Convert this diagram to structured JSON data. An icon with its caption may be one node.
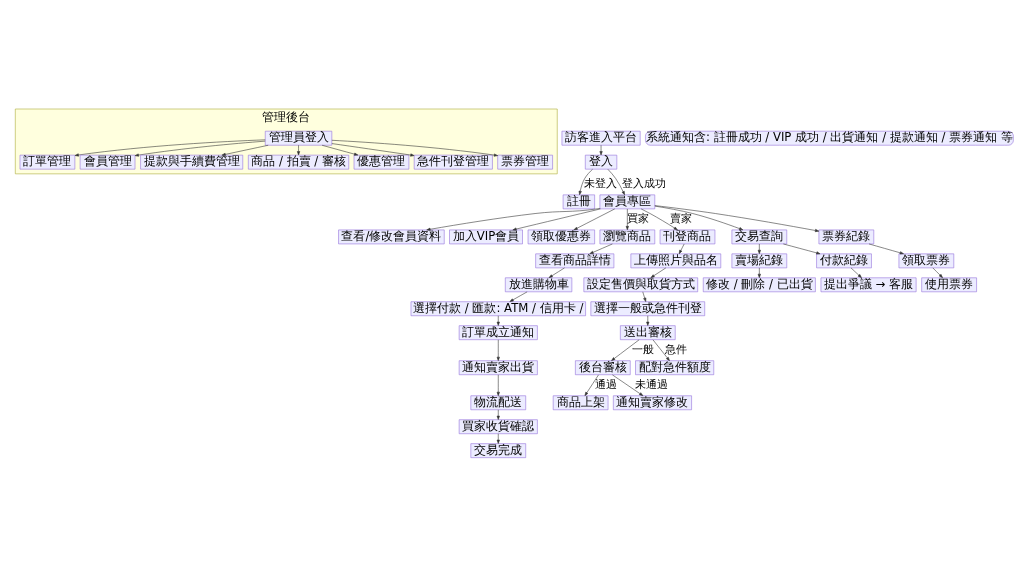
{
  "diagram": {
    "nodes": [
      {
        "text": [
          "管理後台"
        ]
      },
      {
        "text": [
          "管理員登入"
        ],
        "in": 0
      },
      {
        "text": [
          "訂單管理"
        ],
        "in": 0
      },
      {
        "text": [
          "會員管理"
        ],
        "in": 0
      },
      {
        "text": [
          "提款與手續費管理"
        ],
        "in": 0
      },
      {
        "text": [
          "商品 / 拍賣 / 審核"
        ],
        "in": 0
      },
      {
        "text": [
          "優惠管理"
        ],
        "in": 0
      },
      {
        "text": [
          "急件刊登管理"
        ],
        "in": 0
      },
      {
        "text": [
          "票券管理"
        ],
        "in": 0
      },
      {
        "text": [
          "訪客進入平台"
        ]
      },
      {
        "text": [
          "系統通知含: 註冊成功 / VIP 成功 / 出貨通知 / 提款通知 / 票券通知 等"
        ]
      },
      {
        "text": [
          "登入"
        ]
      },
      {
        "text": [
          "註冊"
        ]
      },
      {
        "text": [
          "會員專區"
        ]
      },
      {
        "text": [
          "查看/修改會員資料"
        ]
      },
      {
        "text": [
          "加入VIP會員"
        ]
      },
      {
        "text": [
          "領取優惠券"
        ]
      },
      {
        "text": [
          "瀏覽商品"
        ]
      },
      {
        "text": [
          "刊登商品"
        ]
      },
      {
        "text": [
          "交易查詢"
        ]
      },
      {
        "text": [
          "票券紀錄"
        ]
      },
      {
        "text": [
          "查看商品詳情"
        ]
      },
      {
        "text": [
          "上傳照片與品名"
        ]
      },
      {
        "text": [
          "賣場紀錄"
        ]
      },
      {
        "text": [
          "付款紀錄"
        ]
      },
      {
        "text": [
          "領取票券"
        ]
      },
      {
        "text": [
          "放進購物車"
        ]
      },
      {
        "text": [
          "設定售價與取貨方式"
        ]
      },
      {
        "text": [
          "修改 / 刪除 / 已出貨"
        ]
      },
      {
        "text": [
          "提出爭議 → 客服"
        ]
      },
      {
        "text": [
          "使用票券"
        ]
      },
      {
        "text": [
          "選擇付款 / 匯款: ATM / 信用卡 /"
        ]
      },
      {
        "text": [
          "選擇一般或急件刊登"
        ]
      },
      {
        "text": [
          "訂單成立通知"
        ]
      },
      {
        "text": [
          "送出審核"
        ]
      },
      {
        "text": [
          "通知賣家出貨"
        ]
      },
      {
        "text": [
          "後台審核"
        ]
      },
      {
        "text": [
          "配對急件額度"
        ]
      },
      {
        "text": [
          "物流配送"
        ]
      },
      {
        "text": [
          "商品上架"
        ]
      },
      {
        "text": [
          "通知賣家修改"
        ]
      },
      {
        "text": [
          "買家收貨確認"
        ]
      },
      {
        "text": [
          "交易完成"
        ]
      }
    ],
    "edges": [
      {
        "from": 1,
        "to": 2,
        "arrow": "to"
      },
      {
        "from": 1,
        "to": 3,
        "arrow": "to"
      },
      {
        "from": 1,
        "to": 4,
        "arrow": "to"
      },
      {
        "from": 1,
        "to": 5,
        "arrow": "to"
      },
      {
        "from": 1,
        "to": 6,
        "arrow": "to"
      },
      {
        "from": 1,
        "to": 7,
        "arrow": "to"
      },
      {
        "from": 1,
        "to": 8,
        "arrow": "to"
      },
      {
        "from": 9,
        "to": 11,
        "arrow": "to"
      },
      {
        "from": 11,
        "to": 12,
        "arrow": "to",
        "label": "未登入"
      },
      {
        "from": 11,
        "to": 13,
        "arrow": "to",
        "label": "登入成功"
      },
      {
        "from": 13,
        "to": 14,
        "arrow": "to"
      },
      {
        "from": 13,
        "to": 15,
        "arrow": "to"
      },
      {
        "from": 13,
        "to": 16,
        "arrow": "to"
      },
      {
        "from": 13,
        "to": 17,
        "arrow": "to",
        "label": "買家"
      },
      {
        "from": 13,
        "to": 18,
        "arrow": "to",
        "label": "賣家"
      },
      {
        "from": 13,
        "to": 19,
        "arrow": "to"
      },
      {
        "from": 13,
        "to": 20,
        "arrow": "to"
      },
      {
        "from": 17,
        "to": 21,
        "arrow": "to"
      },
      {
        "from": 21,
        "to": 26,
        "arrow": "to"
      },
      {
        "from": 26,
        "to": 31,
        "arrow": "to"
      },
      {
        "from": 31,
        "to": 33,
        "arrow": "to"
      },
      {
        "from": 33,
        "to": 35,
        "arrow": "to"
      },
      {
        "from": 35,
        "to": 38,
        "arrow": "to"
      },
      {
        "from": 38,
        "to": 41,
        "arrow": "to"
      },
      {
        "from": 41,
        "to": 42,
        "arrow": "to"
      },
      {
        "from": 18,
        "to": 22,
        "arrow": "to"
      },
      {
        "from": 22,
        "to": 27,
        "arrow": "to"
      },
      {
        "from": 27,
        "to": 32,
        "arrow": "to"
      },
      {
        "from": 32,
        "to": 34,
        "arrow": "to"
      },
      {
        "from": 34,
        "to": 36,
        "arrow": "to",
        "label": "一般"
      },
      {
        "from": 34,
        "to": 37,
        "arrow": "to",
        "label": "急件"
      },
      {
        "from": 36,
        "to": 39,
        "arrow": "to",
        "label": "通過"
      },
      {
        "from": 36,
        "to": 40,
        "arrow": "to",
        "label": "未通過"
      },
      {
        "from": 19,
        "to": 23,
        "arrow": "to"
      },
      {
        "from": 19,
        "to": 24,
        "arrow": "to"
      },
      {
        "from": 23,
        "to": 28,
        "arrow": "to"
      },
      {
        "from": 24,
        "to": 29,
        "arrow": "to"
      },
      {
        "from": 20,
        "to": 25,
        "arrow": "to"
      },
      {
        "from": 25,
        "to": 30,
        "arrow": "to"
      }
    ]
  }
}
